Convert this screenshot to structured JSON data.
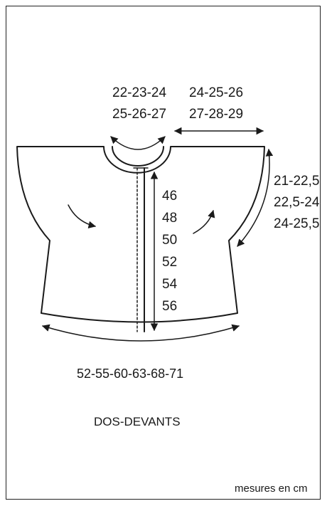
{
  "diagram": {
    "neck_sizes": [
      "22-23-24",
      "25-26-27"
    ],
    "shoulder_sizes": [
      "24-25-26",
      "27-28-29"
    ],
    "sleeve_sizes": [
      "21-22,5",
      "22,5-24",
      "24-25,5"
    ],
    "length_sizes": [
      "46",
      "48",
      "50",
      "52",
      "54",
      "56"
    ],
    "width_sizes": "52-55-60-63-68-71",
    "title": "DOS-DEVANTS",
    "units_note": "mesures en cm",
    "line_color": "#1a1a1a"
  }
}
